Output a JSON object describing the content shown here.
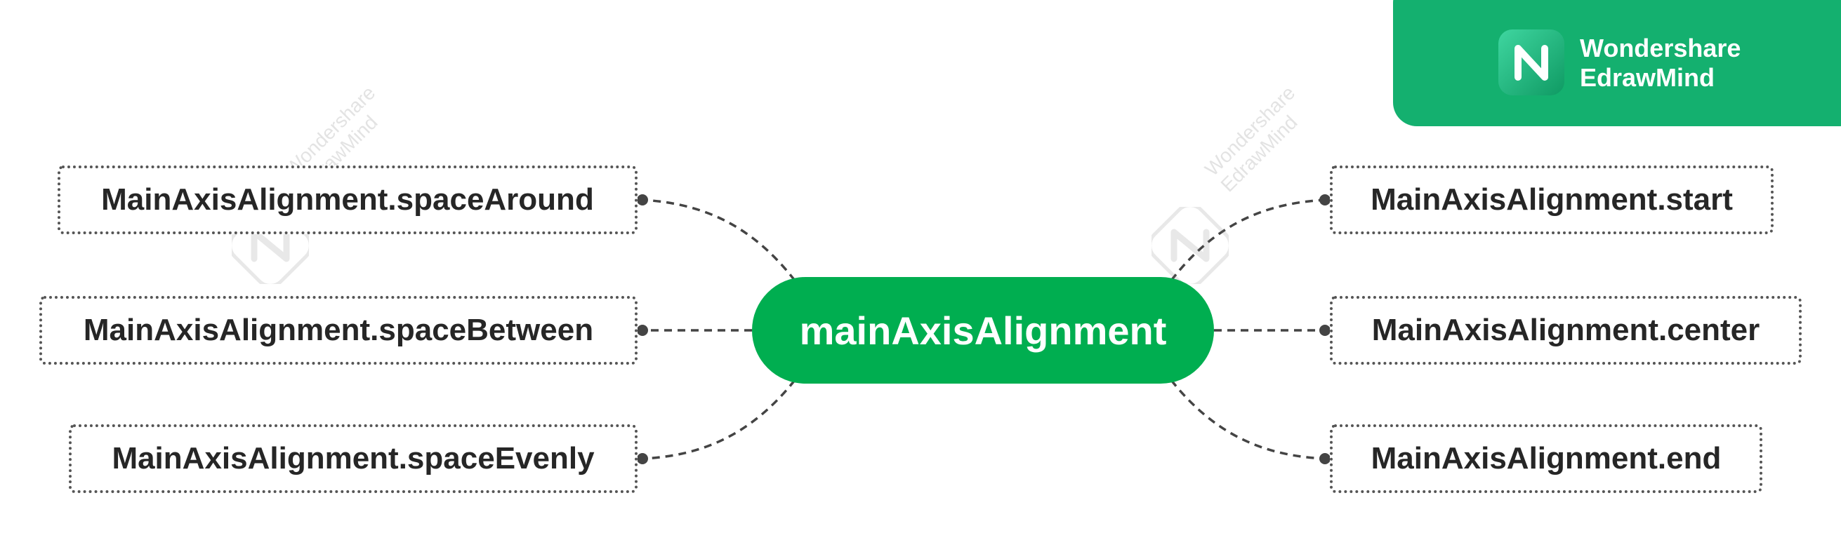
{
  "mindmap": {
    "central_topic": "mainAxisAlignment",
    "left_topics": [
      "MainAxisAlignment.spaceAround",
      "MainAxisAlignment.spaceBetween",
      "MainAxisAlignment.spaceEvenly"
    ],
    "right_topics": [
      "MainAxisAlignment.start",
      "MainAxisAlignment.center",
      "MainAxisAlignment.end"
    ]
  },
  "brand": {
    "line1": "Wondershare",
    "line2": "EdrawMind",
    "badge_color": "#14b06f",
    "logo_icon": "edrawmind-logo-icon"
  },
  "watermark": {
    "line1": "Wondershare",
    "line2": "EdrawMind"
  },
  "colors": {
    "central_fill": "#00ae50",
    "connector": "#444444",
    "topic_border": "#555555",
    "topic_text": "#262626"
  }
}
